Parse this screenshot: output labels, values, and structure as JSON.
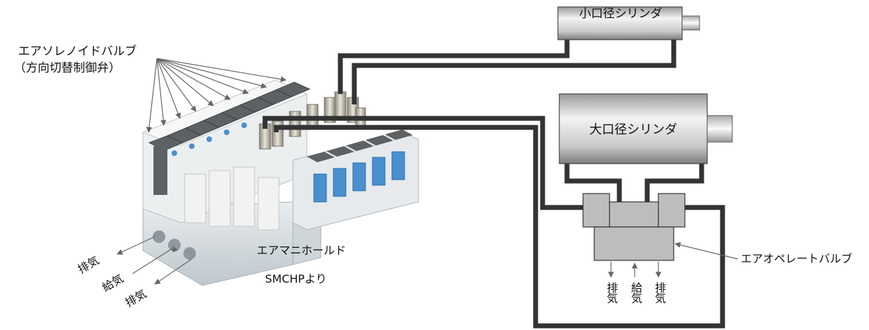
{
  "diagram": {
    "solenoid_label_line1": "エアソレノイドバルブ",
    "solenoid_label_line2": "（方向切替制御弁）",
    "manifold_label": "エアマニホールド",
    "smchp_label": "SMCHPより",
    "small_cylinder_label": "小口径シリンダ",
    "large_cylinder_label": "大口径シリンダ",
    "operate_valve_label": "エアオペレートバルブ",
    "ports_left": [
      "排気",
      "給気",
      "排気"
    ],
    "ports_right": [
      "排気",
      "給気",
      "排気"
    ],
    "colors": {
      "tube": "#333333",
      "valve_body": "#bdbdbd",
      "arrow": "#666666",
      "valve_blue": "#4a8fd0"
    }
  }
}
